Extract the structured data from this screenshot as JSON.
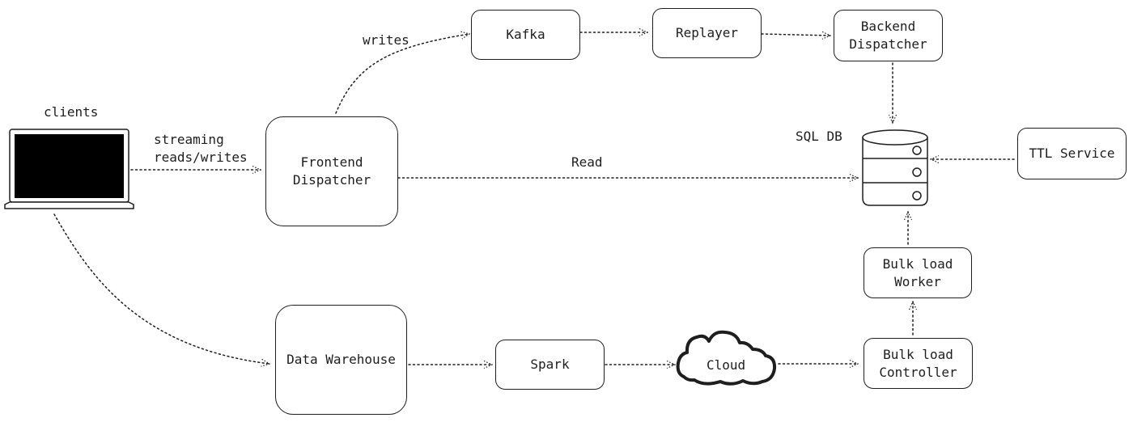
{
  "nodes": {
    "clients": "clients",
    "kafka": "Kafka",
    "replayer": "Replayer",
    "backend_dispatcher": "Backend\nDispatcher",
    "frontend_dispatcher": "Frontend\nDispatcher",
    "sql_db": "SQL DB",
    "ttl_service": "TTL Service",
    "bulk_load_worker": "Bulk load\nWorker",
    "data_warehouse": "Data Warehouse",
    "spark": "Spark",
    "cloud": "Cloud",
    "bulk_load_controller": "Bulk load\nController"
  },
  "edges": {
    "streaming": "streaming\nreads/writes",
    "writes": "writes",
    "read": "Read"
  },
  "colors": {
    "stroke": "#1e1e1e",
    "background": "#ffffff",
    "screen": "#000000"
  }
}
